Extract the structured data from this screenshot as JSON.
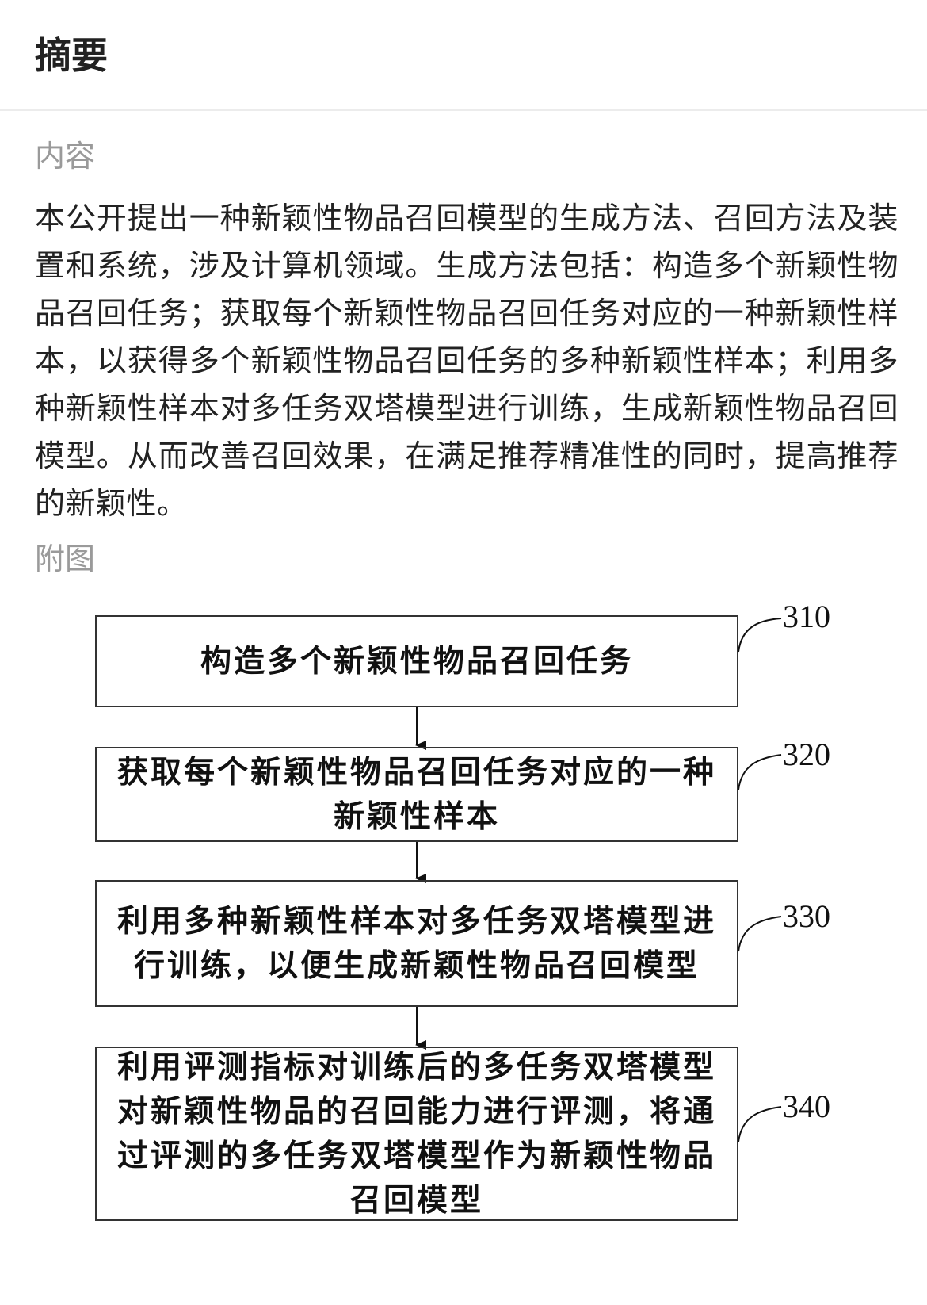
{
  "header": {
    "title": "摘要"
  },
  "content_section": {
    "label": "内容",
    "text": "本公开提出一种新颖性物品召回模型的生成方法、召回方法及装置和系统，涉及计算机领域。生成方法包括：构造多个新颖性物品召回任务；获取每个新颖性物品召回任务对应的一种新颖性样本，以获得多个新颖性物品召回任务的多种新颖性样本；利用多种新颖性样本对多任务双塔模型进行训练，生成新颖性物品召回模型。从而改善召回效果，在满足推荐精准性的同时，提高推荐的新颖性。"
  },
  "figure_section": {
    "label": "附图"
  },
  "flowchart": {
    "steps": [
      {
        "num": "310",
        "text": "构造多个新颖性物品召回任务"
      },
      {
        "num": "320",
        "text": "获取每个新颖性物品召回任务对应的一种新颖性样本"
      },
      {
        "num": "330",
        "text": "利用多种新颖性样本对多任务双塔模型进行训练，以便生成新颖性物品召回模型"
      },
      {
        "num": "340",
        "text": "利用评测指标对训练后的多任务双塔模型对新颖性物品的召回能力进行评测，将通过评测的多任务双塔模型作为新颖性物品召回模型"
      }
    ]
  }
}
